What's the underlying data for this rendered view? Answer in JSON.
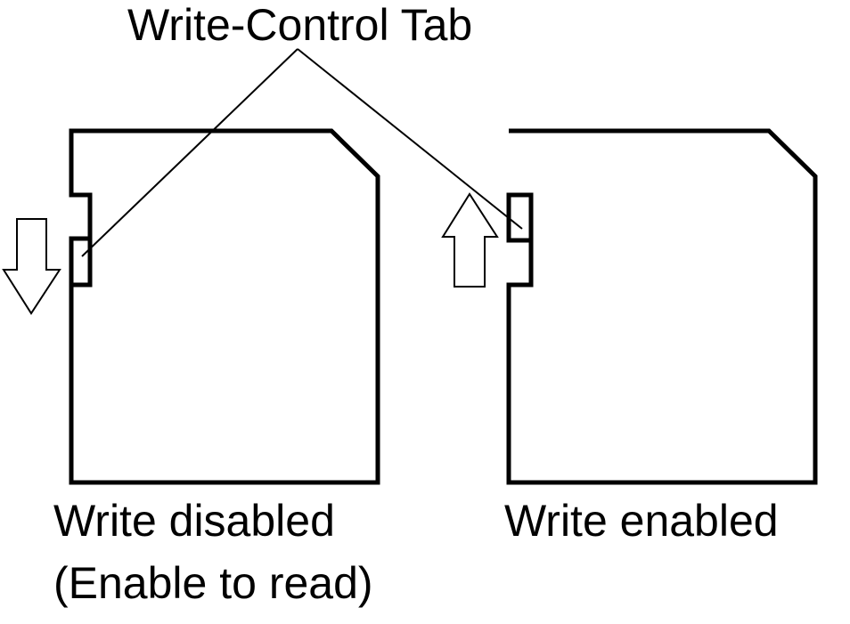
{
  "diagram": {
    "title": "Write-Control Tab",
    "left_card": {
      "caption_line1": "Write disabled",
      "caption_line2": "(Enable to read)",
      "arrow_direction": "down"
    },
    "right_card": {
      "caption": "Write enabled",
      "arrow_direction": "up"
    },
    "colors": {
      "line": "#000000",
      "background": "#ffffff"
    }
  }
}
